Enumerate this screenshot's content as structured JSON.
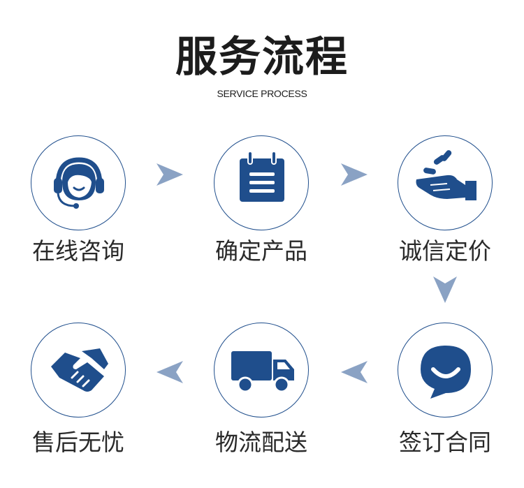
{
  "header": {
    "title": "服务流程",
    "subtitle": "SERVICE PROCESS"
  },
  "steps": [
    {
      "label": "在线咨询",
      "icon": "headset-agent-icon"
    },
    {
      "label": "确定产品",
      "icon": "notepad-icon"
    },
    {
      "label": "诚信定价",
      "icon": "hand-coins-icon"
    },
    {
      "label": "签订合同",
      "icon": "smile-chat-bubble-icon"
    },
    {
      "label": "物流配送",
      "icon": "delivery-truck-icon"
    },
    {
      "label": "售后无忧",
      "icon": "handshake-icon"
    }
  ],
  "colors": {
    "icon": "#1f4e8c",
    "circle_border": "#1f4e8c",
    "arrow": "#8aa2c4",
    "text": "#2a2a2a"
  }
}
